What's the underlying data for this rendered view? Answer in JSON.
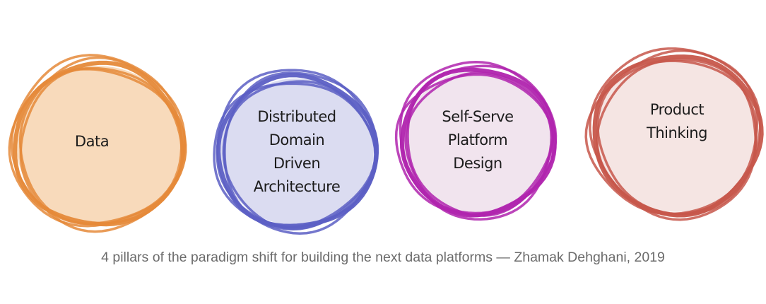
{
  "pillars": [
    {
      "id": "data",
      "lines": [
        "Data"
      ],
      "color": "#e58a3a",
      "fill": "#f5cda4"
    },
    {
      "id": "domain",
      "lines": [
        "Distributed",
        "Domain",
        "Driven",
        "Architecture"
      ],
      "color": "#5c5fc4",
      "fill": "#cfd0ec"
    },
    {
      "id": "platform",
      "lines": [
        "Self-Serve",
        "Platform",
        "Design"
      ],
      "color": "#b024ae",
      "fill": "#ecdbe8"
    },
    {
      "id": "product",
      "lines": [
        "Product",
        "Thinking"
      ],
      "color": "#c7574b",
      "fill": "#f1dcd9"
    }
  ],
  "caption": "4 pillars of the paradigm shift for building the next data platforms — Zhamak Dehghani, 2019"
}
